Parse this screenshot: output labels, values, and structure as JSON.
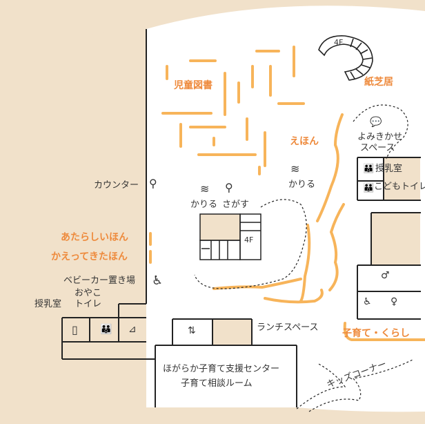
{
  "colors": {
    "background": "#ffffff",
    "outside_area": "#f1e1ca",
    "wall": "#222222",
    "shelf": "#f7b45a",
    "highlight_text": "#ee8a3c",
    "text": "#333333",
    "room_fill": "#f1e1ca"
  },
  "areas": {
    "childrens_library": "児童図書",
    "picture_books": "えほん",
    "kamishibai": "紙芝居",
    "storytime_line1": "よみきかせ",
    "storytime_line2": "スペース",
    "new_books": "あたらしいほん",
    "returned_books": "かえってきたほん",
    "childcare_corner": "子育て・くらし",
    "kids_corner": "キッズコーナー",
    "lunch_space": "ランチスペース",
    "counter": "カウンター",
    "stroller_parking": "ベビーカー置き場",
    "support_center_line1": "ほがらか子育て支援センター",
    "support_center_line2": "子育て相談ルーム",
    "nursing_room_left": "授乳室",
    "family_toilet_line1": "おやこ",
    "family_toilet_line2": "トイレ",
    "nursing_room_right": "授乳室",
    "kids_toilet": "こどもトイレ",
    "stairs_upper": "4F",
    "stairs_lower": "4F"
  },
  "services": {
    "borrow_1": "かりる",
    "search": "さがす",
    "borrow_2": "かりる"
  },
  "icons": [
    "spiral-staircase-icon",
    "book-stack-icon",
    "search-person-icon",
    "speech-bubble-book-icon",
    "counter-staff-icon",
    "stroller-icon",
    "baby-bottle-icon",
    "parent-child-icon",
    "diaper-change-icon",
    "elevator-icon",
    "wheelchair-icon",
    "person-icon"
  ]
}
